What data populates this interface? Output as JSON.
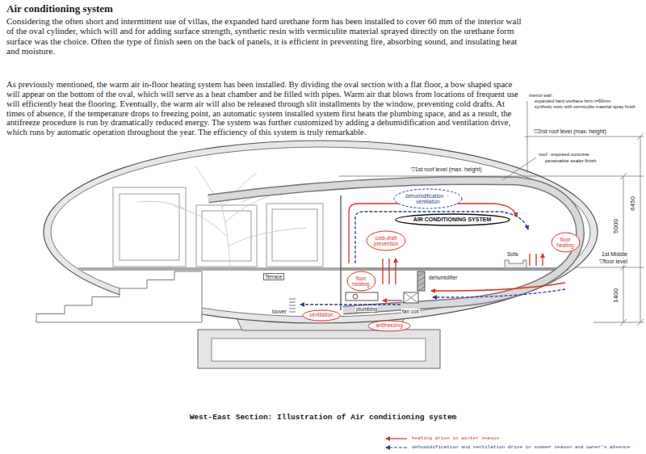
{
  "diagram": {
    "title": "Air conditioning system",
    "caption": "West-East Section: Illustration of Air conditioning system",
    "nodes": [
      {
        "text": [
          "dehumidification ・ventilation"
        ]
      },
      {
        "text": [
          "AIR CONDITIONING SYSTEM"
        ]
      },
      {
        "text": [
          "cold-draft prevention"
        ]
      },
      {
        "text": [
          "floor heating"
        ]
      },
      {
        "text": [
          "floor heating"
        ]
      },
      {
        "text": [
          "ventilation"
        ]
      },
      {
        "text": [
          "antifreezing"
        ]
      }
    ],
    "labels": [
      "Considering the often short and intermittent use of villas, the expanded hard urethane form has been installed to cover 60 mm of the interior wall of the oval cylinder, which will and for adding surface strength, synthetic resin with vermiculite material sprayed directly on the urethane form surface was the choice. Often the type of finish seen on the back of panels, it is efficient in preventing fire, absorbing sound, and insulating heat and moisture.",
      "As previously mentioned, the warm air in-floor heating system has been installed. By dividing the oval section with a flat floor, a bow shaped space will appear on the bottom of the oval, which will serve as a heat chamber and be filled with pipes. Warm air that blows from locations of frequent use will efficiently heat the flooring. Eventually, the warm air will also be released through slit installments by the window, preventing cold drafts. At times of absence, if the temperature drops to freezing point, an automatic system installed system first heats the plumbing space, and as a result, the antifreeze procedure is run by dramatically reduced energy. The system was further customized by adding a dehumidification and ventilation drive, which runs by automatic operation throughout the year. The efficiency of this system is truly remarkable.",
      "interior wall :",
      "expanded hard urethane form t=60mm",
      "synthetic resin with vermiculite material spray finish",
      "▽2nd roof level (max. height)",
      "roof : exposed concrete",
      "penetrative sealer finish",
      "▽1st roof level (max. height)",
      "6450",
      "5000",
      "1st Middle",
      "▽floor level",
      "Sofa",
      "dehumidifier",
      "Terrace",
      "louver",
      "plumbing",
      "fan coil",
      "1400"
    ],
    "legend": [
      {
        "text": "heating drive in winter season"
      },
      {
        "text": "dehumidification and ventilation drive in summer season and owner's absence"
      }
    ]
  }
}
